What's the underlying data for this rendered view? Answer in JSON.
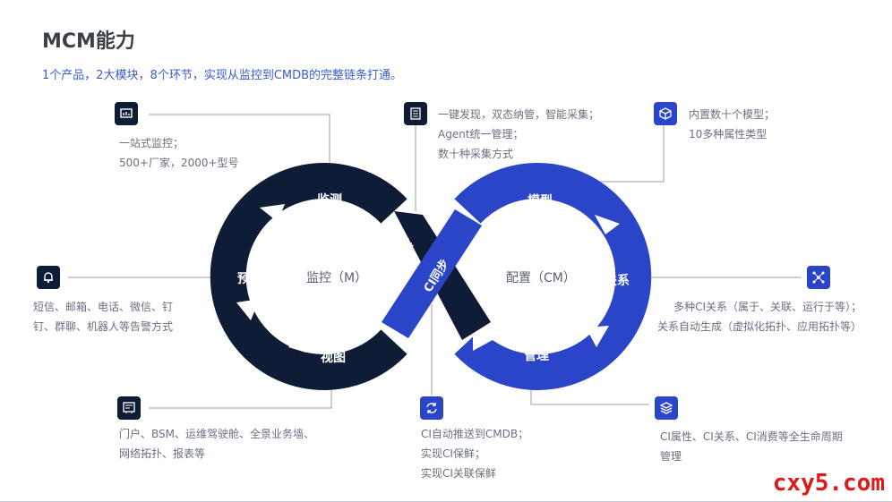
{
  "header": {
    "title": "MCM能力",
    "subtitle": "1个产品，2大模块，8个环节，实现从监控到CMDB的完整链条打通。"
  },
  "loop": {
    "left_center": "监控（M）",
    "right_center": "配置（CM）",
    "segments": {
      "monitor": "监测",
      "alert": "预警",
      "view": "视图",
      "collect": "采集",
      "ci_sync": "CI同步",
      "model": "模型",
      "relation": "关系",
      "manage": "管理"
    }
  },
  "notes": {
    "monitor": {
      "icon": "monitor-icon",
      "lines": [
        "一站式监控；",
        "500+厂家，2000+型号"
      ]
    },
    "collect": {
      "icon": "collect-icon",
      "lines": [
        "一键发现，双态纳管，智能采集；",
        "Agent统一管理；",
        "数十种采集方式"
      ]
    },
    "model": {
      "icon": "cube-icon",
      "lines": [
        "内置数十个模型；",
        "10多种属性类型"
      ]
    },
    "alert": {
      "icon": "bell-icon",
      "lines": [
        "短信、邮箱、电话、微信、钉",
        "钉、群聊、机器人等告警方式"
      ]
    },
    "relation": {
      "icon": "network-icon",
      "lines": [
        "多种CI关系（属于、关联、运行于等）；",
        "关系自动生成（虚拟化拓扑、应用拓扑等）"
      ]
    },
    "view": {
      "icon": "dashboard-icon",
      "lines": [
        "门户、BSM、运维驾驶舱、全景业务墙、",
        "网络拓扑、报表等"
      ]
    },
    "ci_sync": {
      "icon": "sync-icon",
      "lines": [
        "CI自动推送到CMDB；",
        "实现CI保鲜；",
        "实现CI关联保鲜"
      ]
    },
    "manage": {
      "icon": "layers-icon",
      "lines": [
        "CI属性、CI关系、CI消费等全生命周期",
        "管理"
      ]
    }
  },
  "colors": {
    "dark": "#0f1c36",
    "blue": "#2b45c8",
    "accent_text": "#3b5bd0"
  },
  "watermark": "cxy5.com"
}
